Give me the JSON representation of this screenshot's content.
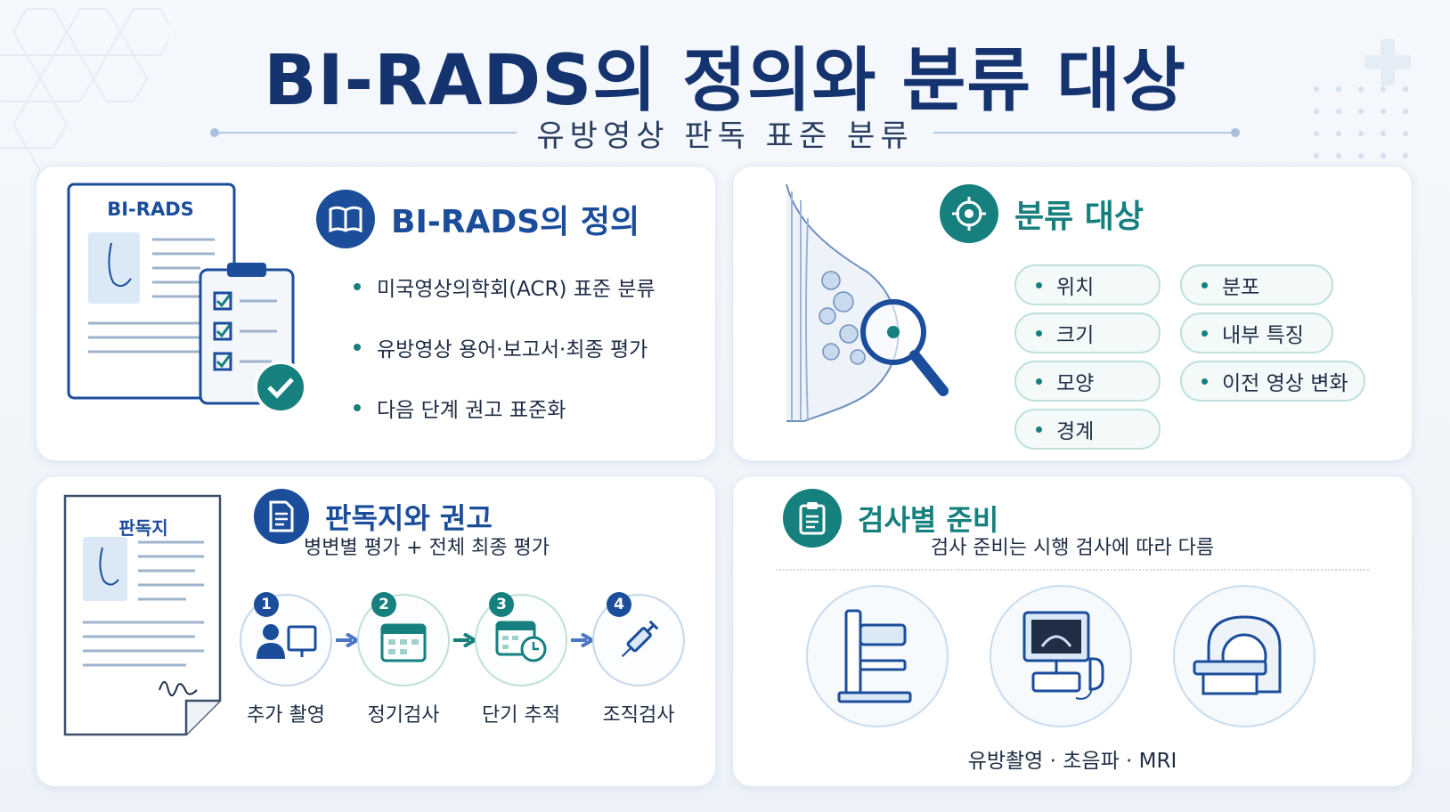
{
  "header": {
    "title": "BI-RADS의 정의와 분류 대상",
    "subtitle": "유방영상 판독 표준 분류"
  },
  "definition": {
    "title": "BI-RADS의 정의",
    "doc_label": "BI-RADS",
    "icon": "book-icon",
    "bullets": [
      "미국영상의학회(ACR) 표준 분류",
      "유방영상 용어·보고서·최종 평가",
      "다음 단계 권고 표준화"
    ]
  },
  "targets": {
    "title": "분류 대상",
    "icon": "target-icon",
    "items": [
      "위치",
      "분포",
      "크기",
      "내부 특징",
      "모양",
      "이전 영상 변화",
      "경계"
    ]
  },
  "report": {
    "title": "판독지와 권고",
    "doc_label": "판독지",
    "icon": "document-icon",
    "subtitle": "병변별 평가 + 전체 최종 평가",
    "steps": [
      {
        "num": "1",
        "label": "추가 촬영"
      },
      {
        "num": "2",
        "label": "정기검사"
      },
      {
        "num": "3",
        "label": "단기 추적"
      },
      {
        "num": "4",
        "label": "조직검사"
      }
    ]
  },
  "prep": {
    "title": "검사별 준비",
    "icon": "clipboard-icon",
    "subtitle": "검사 준비는 시행 검사에 따라 다름",
    "caption": "유방촬영 · 초음파 · MRI"
  },
  "colors": {
    "navy": "#15336e",
    "blue": "#1b4d9b",
    "teal": "#16807e",
    "step_blue": "#1b4d9b",
    "step_teal": "#16807e"
  }
}
